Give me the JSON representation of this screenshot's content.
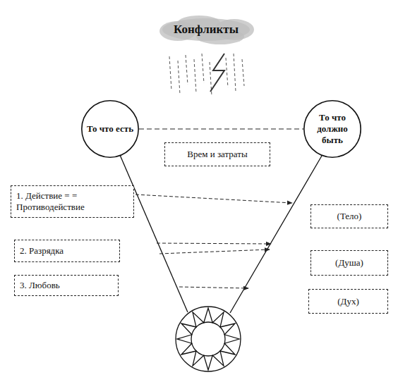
{
  "diagram": {
    "nodes": [
      {
        "text": [
          "Конфликты"
        ]
      },
      {
        "text": [
          "То что есть"
        ]
      },
      {
        "text": [
          "То что должно быть"
        ]
      },
      {
        "text": [
          "Врем и затраты"
        ]
      },
      {
        "text": [
          "1. Действие = = Противодействие"
        ]
      },
      {
        "text": [
          "2. Разрядка"
        ]
      },
      {
        "text": [
          "3. Любовь"
        ]
      },
      {
        "text": [
          "(Тело)"
        ]
      },
      {
        "text": [
          "(Душа)"
        ]
      },
      {
        "text": [
          "(Дух)"
        ]
      }
    ],
    "edges": [
      {
        "from": 1,
        "to": 2,
        "arrow": "none"
      }
    ]
  }
}
